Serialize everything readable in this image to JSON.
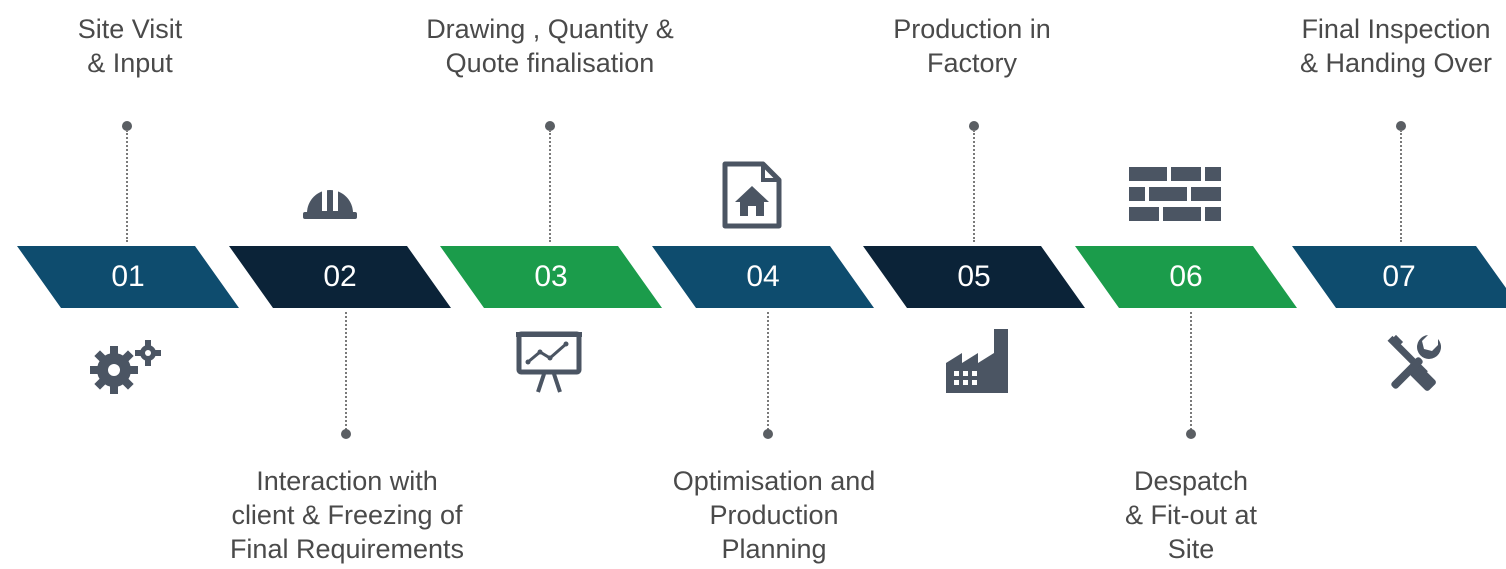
{
  "colors": {
    "blue": "#0e4c6e",
    "navy": "#0b2338",
    "green": "#1b9c4b",
    "icon": "#4b5563",
    "text": "#4a4a4a"
  },
  "steps": [
    {
      "number": "01",
      "label": "Site Visit\n& Input",
      "color": "blue",
      "icon": "gears-icon"
    },
    {
      "number": "02",
      "label": "Interaction with\nclient & Freezing of\nFinal Requirements",
      "color": "navy",
      "icon": "hard-hat-icon"
    },
    {
      "number": "03",
      "label": "Drawing , Quantity &\nQuote finalisation",
      "color": "green",
      "icon": "presentation-chart-icon"
    },
    {
      "number": "04",
      "label": "Optimisation and\nProduction\nPlanning",
      "color": "blue",
      "icon": "house-document-icon"
    },
    {
      "number": "05",
      "label": "Production in\nFactory",
      "color": "navy",
      "icon": "factory-icon"
    },
    {
      "number": "06",
      "label": "Despatch\n& Fit-out at\nSite",
      "color": "green",
      "icon": "brick-wall-icon"
    },
    {
      "number": "07",
      "label": "Final Inspection\n& Handing Over",
      "color": "blue",
      "icon": "tools-icon"
    }
  ]
}
